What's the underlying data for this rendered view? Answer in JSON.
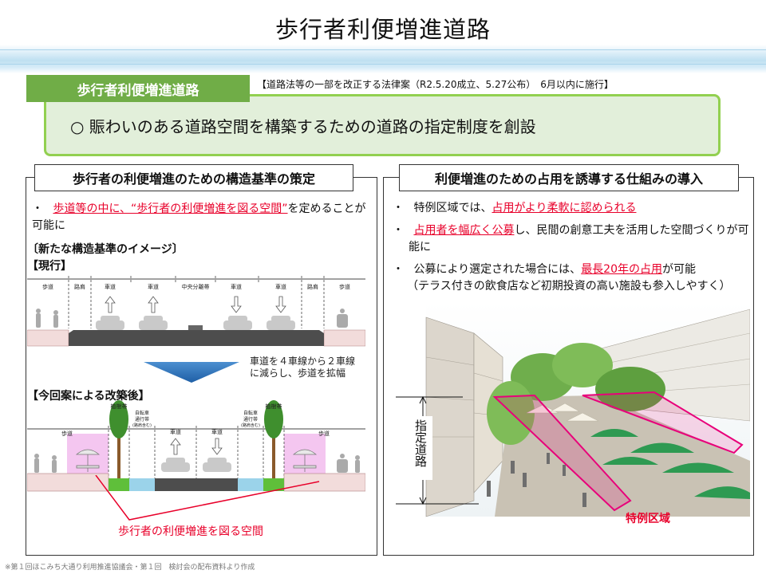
{
  "title": "歩行者利便増進道路",
  "law": {
    "label": "歩行者利便増進道路",
    "note": "【道路法等の一部を改正する法律案（R2.5.20成立、5.27公布）　6月以内に施行】",
    "summary": "○ 賑わいのある道路空間を構築するための道路の指定制度を創設"
  },
  "left_panel": {
    "heading": "歩行者の利便増進のための構造基準の策定",
    "bullet": {
      "marker": "・",
      "red_text": "歩道等の中に、“歩行者の利便増進を図る空間”",
      "rest": "を定めることが可能に"
    },
    "image_label": "〔新たな構造基準のイメージ〕",
    "current_label": "【現行】",
    "current_lanes": [
      "歩道",
      "路肩",
      "車道",
      "車道",
      "中央分離帯",
      "車道",
      "車道",
      "路肩",
      "歩道"
    ],
    "change_note_line1": "車道を４車線から２車線",
    "change_note_line2": "に減らし、歩道を拡幅",
    "after_label": "【今回案による改築後】",
    "after_lanes": {
      "sidewalk": "歩道",
      "planting": "植樹帯",
      "bike_line1": "自転車",
      "bike_line2": "通行帯",
      "bike_line3": "(路肩含む)",
      "road": "車道"
    },
    "space_caption": "歩行者の利便増進を図る空間"
  },
  "right_panel": {
    "heading": "利便増進のための占用を誘導する仕組みの導入",
    "bullets": [
      {
        "marker": "・",
        "before": "特例区域では、",
        "red": "占用がより柔軟に認められる",
        "after": ""
      },
      {
        "marker": "・",
        "before": "",
        "red": "占用者を幅広く公募",
        "after": "し、民間の創意工夫を活用した空間づくりが可能に"
      },
      {
        "marker": "・",
        "before": "公募により選定された場合には、",
        "red": "最長20年の占用",
        "after": "が可能"
      }
    ],
    "bullet3_sub": "（テラス付きの飲食店など初期投資の高い施設も参入しやすく）",
    "designated_road": "指定道路",
    "special_zone": "特例区域"
  },
  "footer": "※第１回ほこみち大通り利用推進協議会・第１回　検討会の配布資料より作成",
  "colors": {
    "green_label": "#70ad47",
    "green_border": "#92d050",
    "green_bg": "#e2efda",
    "red": "#e8002a",
    "arrow_blue": "#3a7dc0",
    "pink_zone": "#f4c6f0"
  }
}
